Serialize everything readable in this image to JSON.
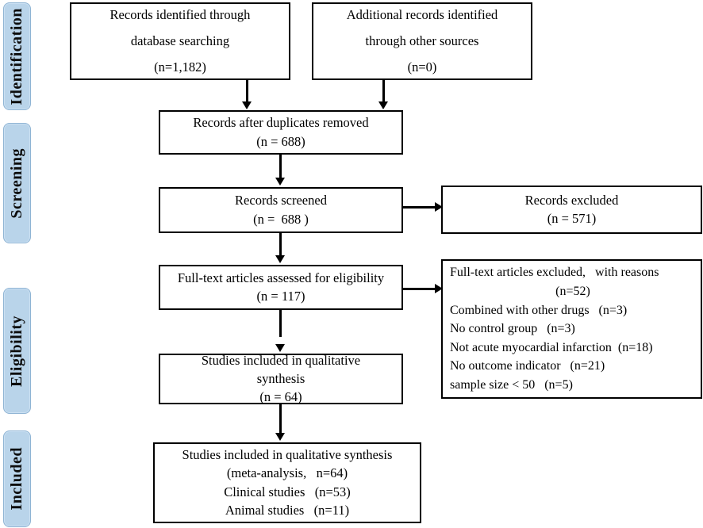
{
  "diagram": {
    "title": "PRISMA study selection flow diagram",
    "accent_color": "#b9d4ea",
    "border_color": "#000000"
  },
  "stages": [
    {
      "key": "identification",
      "label": "Identification"
    },
    {
      "key": "screening",
      "label": "Screening"
    },
    {
      "key": "eligibility",
      "label": "Eligibility"
    },
    {
      "key": "included",
      "label": "Included"
    }
  ],
  "boxes": {
    "records_identified": {
      "line1": "Records identified through",
      "line2": "database searching",
      "line3": "(n=1,182)"
    },
    "additional_records": {
      "line1": "Additional records identified",
      "line2": "through other sources",
      "line3": "(n=0)"
    },
    "duplicates_removed": {
      "line1": "Records after duplicates removed",
      "line2": "(n = 688)"
    },
    "records_screened": {
      "line1": "Records screened",
      "line2": "(n =  688 )"
    },
    "records_excluded": {
      "line1": "Records excluded",
      "line2": "(n = 571)"
    },
    "fulltext_assessed": {
      "line1": "Full-text articles assessed for eligibility",
      "line2": "(n = 117)"
    },
    "fulltext_excluded": {
      "line1": "Full-text articles excluded,   with reasons",
      "line2": "(n=52)",
      "line3": "Combined with other drugs   (n=3)",
      "line4": "No control group   (n=3)",
      "line5": "Not acute myocardial infarction  (n=18)",
      "line6": "No outcome indicator   (n=21)",
      "line7": "sample size < 50   (n=5)"
    },
    "qualitative_synthesis": {
      "line1": "Studies included in qualitative",
      "line2": "synthesis",
      "line3": "(n = 64)"
    },
    "final_included": {
      "line1": "Studies included in qualitative synthesis",
      "line2": "(meta-analysis,   n=64)",
      "line3": "Clinical studies   (n=53)",
      "line4": "Animal studies   (n=11)"
    }
  }
}
